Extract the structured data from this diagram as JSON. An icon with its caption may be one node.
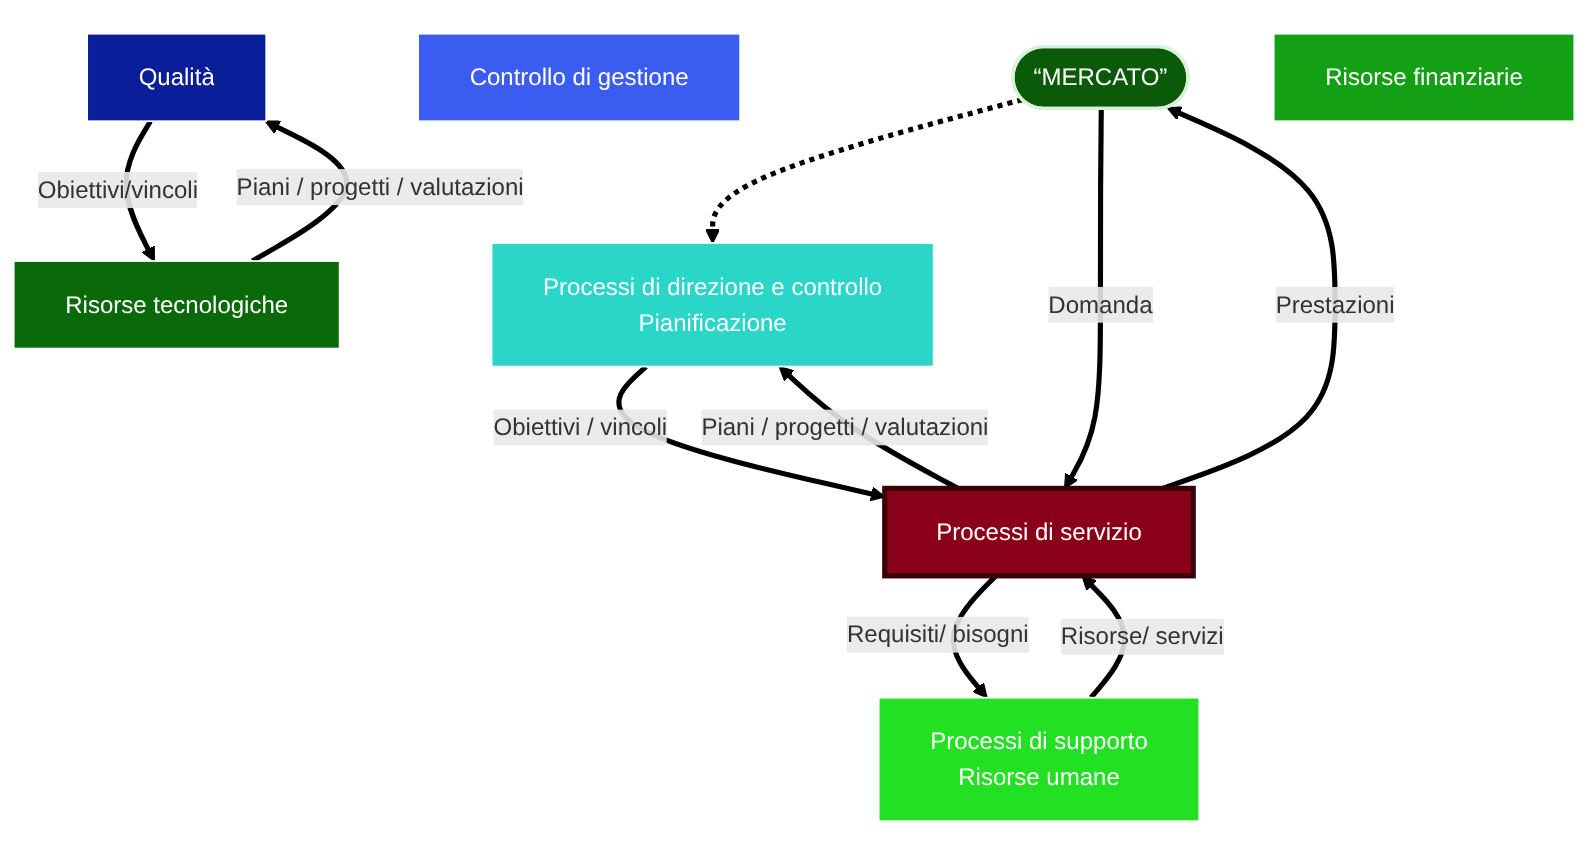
{
  "diagram": {
    "nodes": [
      {
        "text": [
          "“MERCATO”"
        ]
      },
      {
        "text": [
          "Processi di direzione e controllo",
          "Pianificazione"
        ]
      },
      {
        "text": [
          "Controllo di gestione"
        ]
      },
      {
        "text": [
          "Qualità"
        ]
      },
      {
        "text": [
          "Processi di servizio"
        ]
      },
      {
        "text": [
          "Processi di supporto",
          "Risorse umane"
        ]
      },
      {
        "text": [
          "Risorse finanziarie"
        ]
      },
      {
        "text": [
          "Risorse tecnologiche"
        ]
      }
    ],
    "edges": [
      {
        "from": 0,
        "to": 1,
        "arrow": "to",
        "style": "dashed"
      },
      {
        "from": 0,
        "to": 4,
        "arrow": "to",
        "label": "Domanda"
      },
      {
        "from": 4,
        "to": 0,
        "arrow": "to",
        "label": "Prestazioni"
      },
      {
        "from": 1,
        "to": 4,
        "arrow": "to",
        "label": "Obiettivi / vincoli"
      },
      {
        "from": 4,
        "to": 1,
        "arrow": "to",
        "label": "Piani / progetti / valutazioni"
      },
      {
        "from": 4,
        "to": 5,
        "arrow": "to",
        "label": "Requisiti/ bisogni"
      },
      {
        "from": 5,
        "to": 4,
        "arrow": "to",
        "label": "Risorse/ servizi"
      },
      {
        "from": 3,
        "to": 7,
        "arrow": "to",
        "label": "Obiettivi/vincoli"
      },
      {
        "from": 7,
        "to": 3,
        "arrow": "to",
        "label": "Piani / progetti / valutazioni"
      }
    ]
  }
}
